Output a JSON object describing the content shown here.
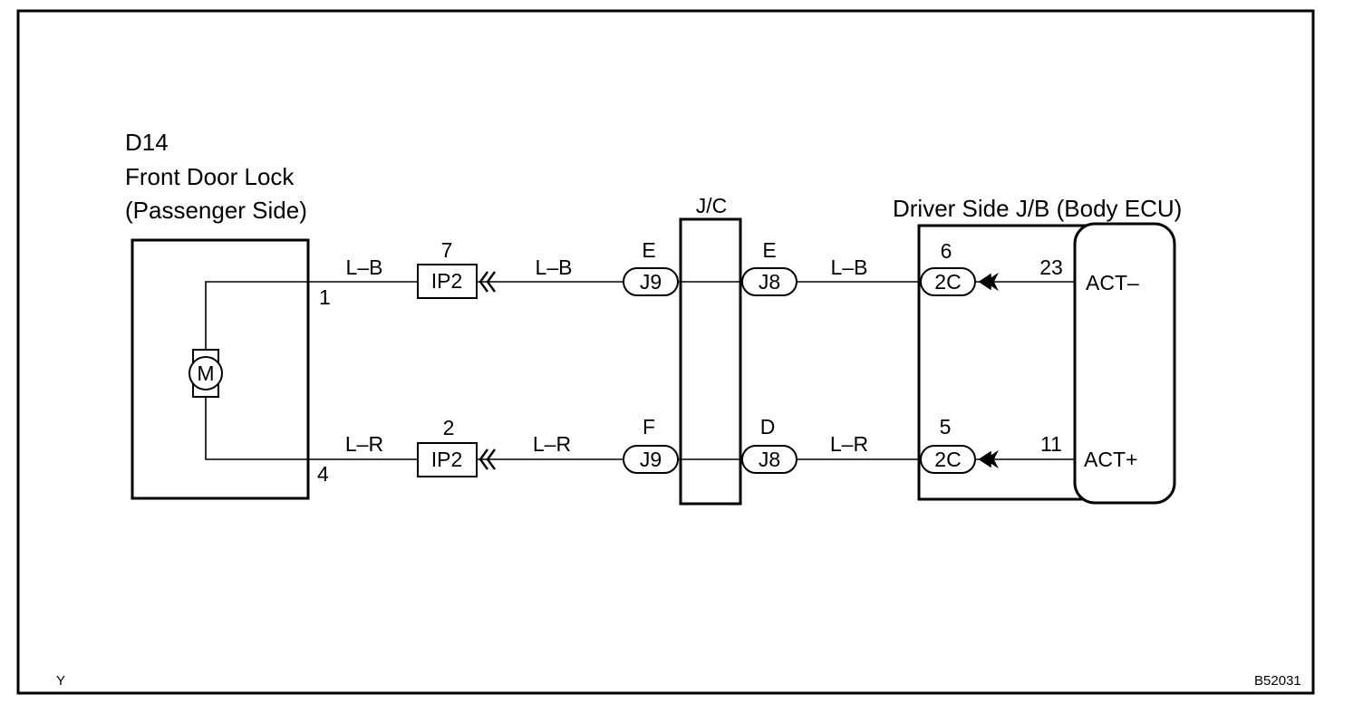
{
  "corner_left": "Y",
  "corner_right": "B52031",
  "door_lock": {
    "code": "D14",
    "name": "Front Door Lock",
    "side": "(Passenger Side)",
    "motor": "M",
    "pin_top": "1",
    "pin_bottom": "4"
  },
  "jc": {
    "label": "J/C"
  },
  "jb": {
    "label": "Driver Side J/B (Body ECU)",
    "terminal_top": "ACT–",
    "terminal_bottom": "ACT+",
    "pin_top": "23",
    "pin_bottom": "11"
  },
  "wires": {
    "top": {
      "color_left": "L–B",
      "color_mid": "L–B",
      "color_right": "L–B",
      "ip_pin": "7",
      "ip_label": "IP2",
      "j9_pin": "E",
      "j9_label": "J9",
      "j8_pin": "E",
      "j8_label": "J8",
      "c2_pin": "6",
      "c2_label": "2C"
    },
    "bottom": {
      "color_left": "L–R",
      "color_mid": "L–R",
      "color_right": "L–R",
      "ip_pin": "2",
      "ip_label": "IP2",
      "j9_pin": "F",
      "j9_label": "J9",
      "j8_pin": "D",
      "j8_label": "J8",
      "c2_pin": "5",
      "c2_label": "2C"
    }
  }
}
